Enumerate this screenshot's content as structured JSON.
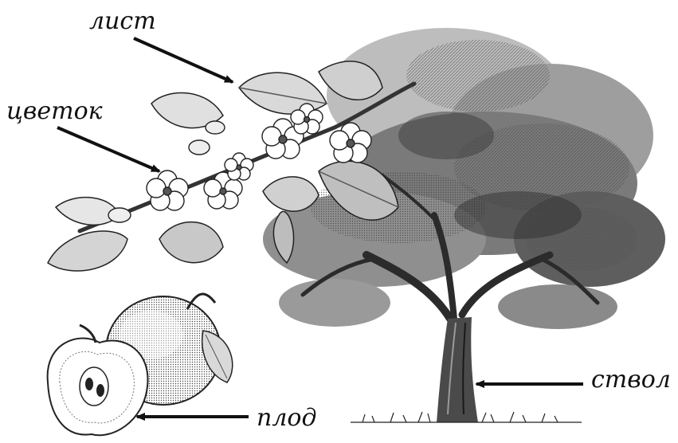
{
  "labels": {
    "leaf": "лист",
    "flower": "цветок",
    "trunk": "ствол",
    "fruit": "плод"
  },
  "colors": {
    "ink": "#111111",
    "foliage_dark": "#2b2b2b",
    "foliage_mid": "#6b6b6b",
    "foliage_light": "#bdbdbd",
    "background": "#ffffff"
  },
  "icons": {
    "tree": "apple-tree-illustration",
    "branch": "flowering-branch-illustration",
    "fruit": "apple-fruit-illustration"
  }
}
